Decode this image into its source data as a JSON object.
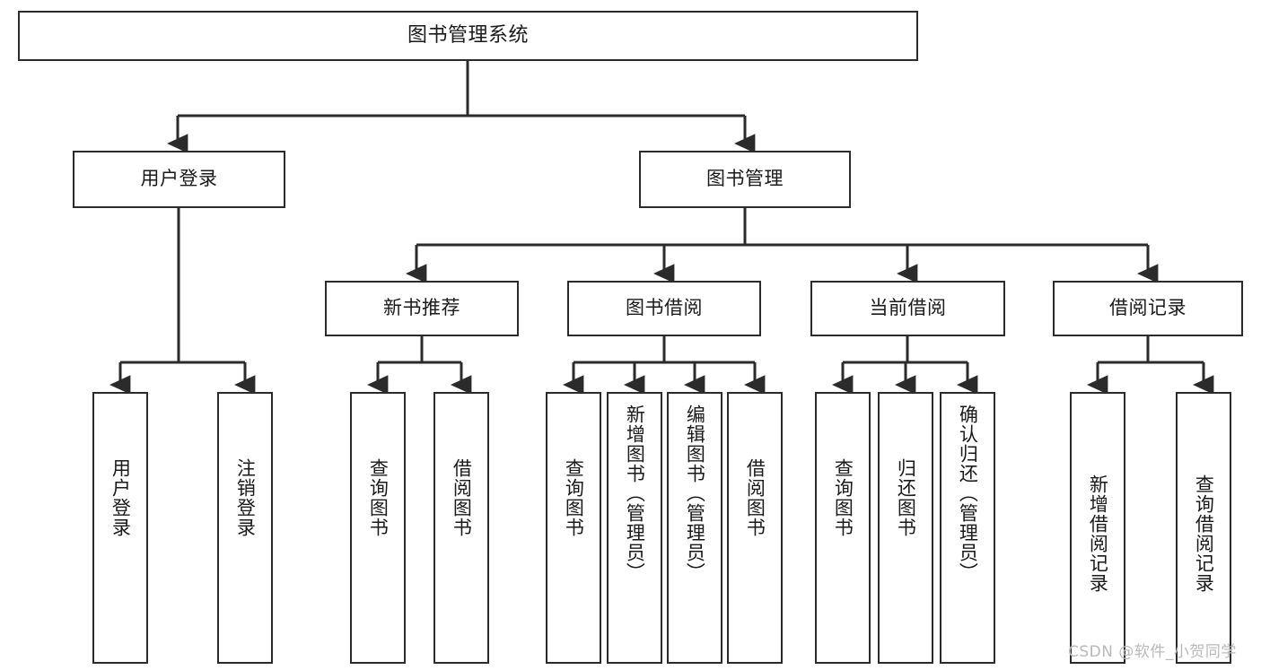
{
  "diagram": {
    "type": "tree-hierarchy",
    "title": "图书管理系统",
    "watermark": "CSDN @软件_小贺同学",
    "colors": {
      "stroke": "#2b2b2b",
      "fill": "#ffffff",
      "text": "#1a1a1a",
      "watermark": "#b9b9b9"
    },
    "nodes": {
      "root": {
        "label": "图书管理系统"
      },
      "level2": [
        {
          "id": "user-login",
          "label": "用户登录"
        },
        {
          "id": "book-manage",
          "label": "图书管理"
        }
      ],
      "level3": [
        {
          "id": "new-book-rec",
          "label": "新书推荐"
        },
        {
          "id": "book-borrow",
          "label": "图书借阅"
        },
        {
          "id": "current-borrow",
          "label": "当前借阅"
        },
        {
          "id": "borrow-record",
          "label": "借阅记录"
        }
      ],
      "leaves": {
        "user_login": [
          {
            "id": "leaf-user-login",
            "label": "用户登录"
          },
          {
            "id": "leaf-logout",
            "label": "注销登录"
          }
        ],
        "new_book_rec": [
          {
            "id": "leaf-query-book-1",
            "label": "查询图书"
          },
          {
            "id": "leaf-borrow-book-1",
            "label": "借阅图书"
          }
        ],
        "book_borrow": [
          {
            "id": "leaf-query-book-2",
            "label": "查询图书"
          },
          {
            "id": "leaf-add-book",
            "label": "新增图书（管理员）"
          },
          {
            "id": "leaf-edit-book",
            "label": "编辑图书（管理员）"
          },
          {
            "id": "leaf-borrow-book-2",
            "label": "借阅图书"
          }
        ],
        "current_borrow": [
          {
            "id": "leaf-query-book-3",
            "label": "查询图书"
          },
          {
            "id": "leaf-return-book",
            "label": "归还图书"
          },
          {
            "id": "leaf-confirm-return",
            "label": "确认归还（管理员）"
          }
        ],
        "borrow_record": [
          {
            "id": "leaf-add-record",
            "label": "新增借阅记录"
          },
          {
            "id": "leaf-query-record",
            "label": "查询借阅记录"
          }
        ]
      }
    }
  }
}
